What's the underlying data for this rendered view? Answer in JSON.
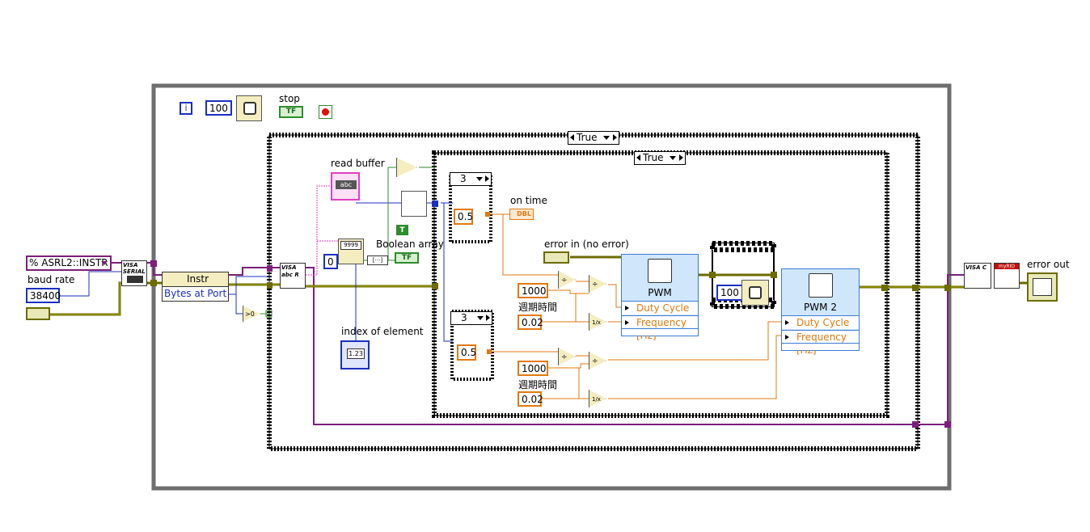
{
  "loop": {
    "iteration_label": "i",
    "wait_ms": "100",
    "stop_label": "stop",
    "stop_terminal": "TF"
  },
  "visa": {
    "resource": "ASRL2::INSTR",
    "resource_prefix": "%",
    "baud_label": "baud rate",
    "baud_value": "38400",
    "serial_text": "VISA SERIAL",
    "read_text": "VISA abc R"
  },
  "property_node": {
    "class": "Instr",
    "property": "Bytes at Port"
  },
  "compare": {
    "gt0": ">0"
  },
  "case_outer": {
    "selector": "True"
  },
  "case_inner": {
    "selector": "True"
  },
  "controls": {
    "read_buffer_label": "read buffer",
    "read_buffer_terminal": "abc",
    "boolean_array_label": "Boolean array",
    "boolean_terminal": "TF",
    "true_constant": "T",
    "index_label": "index of element",
    "index_terminal": "1.23",
    "index_constant": "0",
    "search_text": "9999"
  },
  "case_a": {
    "selector": "3",
    "value": "0.5"
  },
  "case_b": {
    "selector": "3",
    "value": "0.5"
  },
  "on_time": {
    "label": "on time",
    "terminal": "DBL"
  },
  "error_in_label": "error in (no error)",
  "branch1": {
    "const_1000": "1000",
    "period_label": "週期時間",
    "period_value": "0.02"
  },
  "branch2": {
    "const_1000": "1000",
    "period_label": "週期時間",
    "period_value": "0.02"
  },
  "pwm1": {
    "title": "PWM",
    "duty": "Duty Cycle",
    "freq": "Frequency [Hz]"
  },
  "pwm2": {
    "title": "PWM 2",
    "duty": "Duty Cycle",
    "freq": "Frequency [Hz]"
  },
  "seq_wait_ms": "100",
  "close": {
    "text": "VISA C",
    "myrio": "myRIO"
  },
  "error_out_label": "error out",
  "colors": {
    "visa_wire": "#7a1f7a",
    "error_wire": "#6b6b00",
    "int_wire": "#1b2fbf",
    "dbl_wire": "#e07a10",
    "bool_wire": "#2e8b2e",
    "string_wire": "#e040c0",
    "structure": "#6e6e6e"
  }
}
